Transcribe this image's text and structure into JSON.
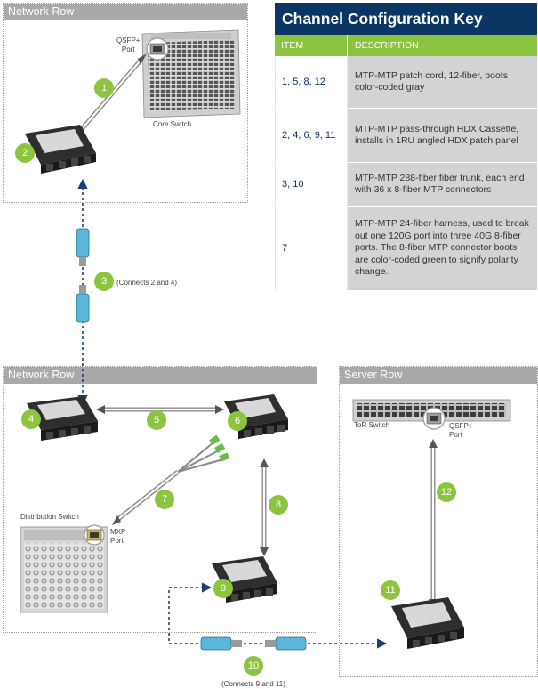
{
  "panels": {
    "network_row_top": "Network Row",
    "network_row_bottom": "Network Row",
    "server_row": "Server Row"
  },
  "labels": {
    "qsfp_top": "QSFP+\nPort",
    "core_switch": "Core Switch",
    "connects_2_4": "(Connects 2 and 4)",
    "distribution_switch": "Distribution Switch",
    "mxp_port": "MXP\nPort",
    "tor_switch": "ToR Switch",
    "qsfp_server": "QSFP+\nPort",
    "connects_9_11": "(Connects 9 and 11)"
  },
  "badges": [
    "1",
    "2",
    "3",
    "4",
    "5",
    "6",
    "7",
    "8",
    "9",
    "10",
    "11",
    "12"
  ],
  "key": {
    "title": "Channel Configuration Key",
    "col_item": "ITEM",
    "col_desc": "DESCRIPTION",
    "rows": [
      {
        "item": "1, 5, 8, 12",
        "desc": "MTP-MTP patch cord, 12-fiber, boots color-coded gray"
      },
      {
        "item": "2, 4, 6, 9, 11",
        "desc": "MTP-MTP pass-through HDX Cassette, installs in 1RU angled HDX patch panel"
      },
      {
        "item": "3, 10",
        "desc": "MTP-MTP 288-fiber fiber trunk, each end with 36 x 8-fiber MTP connectors"
      },
      {
        "item": "7",
        "desc": "MTP-MTP 24-fiber harness, used to break out one 120G port into three 40G 8-fiber ports. The 8-fiber MTP connector boots are color-coded green to signify polarity change."
      }
    ]
  },
  "colors": {
    "badge": "#8cc43f",
    "navy": "#0b3563",
    "trunk_dash": "#1a3f73",
    "panel_header": "#a9a9a9",
    "connector_blue": "#5bb7d9"
  }
}
